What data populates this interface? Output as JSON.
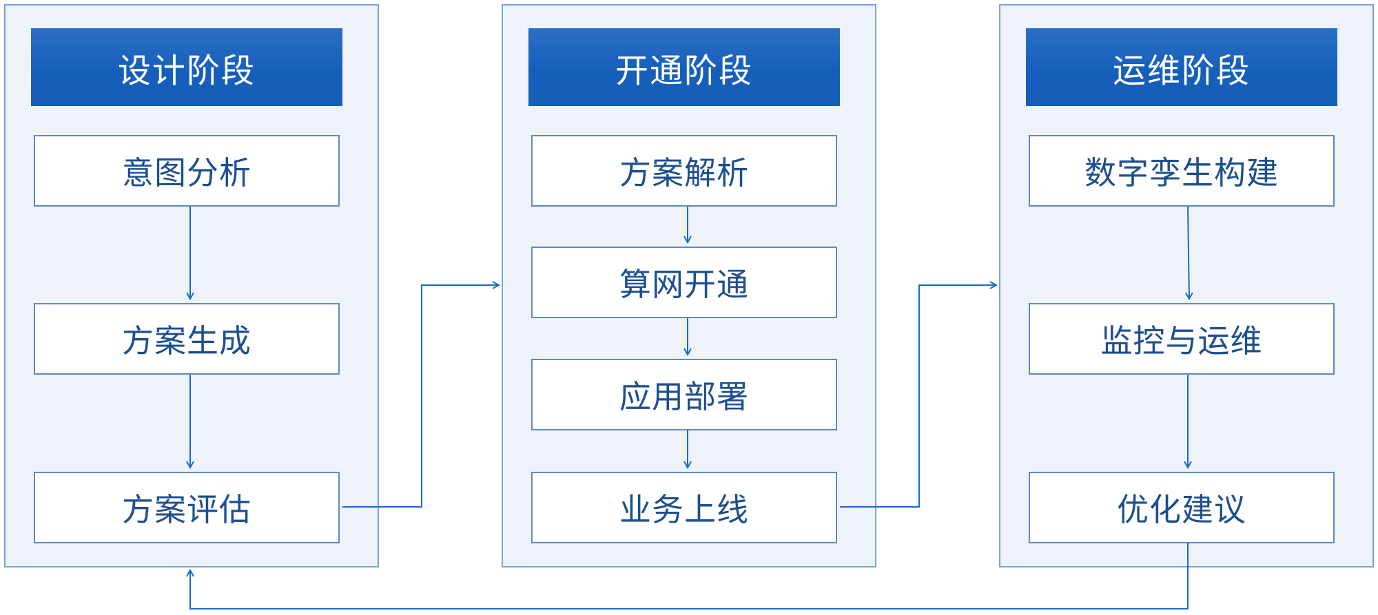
{
  "phases": [
    {
      "title": "设计阶段",
      "steps": [
        "意图分析",
        "方案生成",
        "方案评估"
      ]
    },
    {
      "title": "开通阶段",
      "steps": [
        "方案解析",
        "算网开通",
        "应用部署",
        "业务上线"
      ]
    },
    {
      "title": "运维阶段",
      "steps": [
        "数字孪生构建",
        "监控与运维",
        "优化建议"
      ]
    }
  ],
  "colors": {
    "header": "#175fb8",
    "arrow": "#1a68c8",
    "panel_bg": "#eef3fa",
    "panel_border": "#7ba3d2",
    "step_text": "#1c4f8f"
  }
}
